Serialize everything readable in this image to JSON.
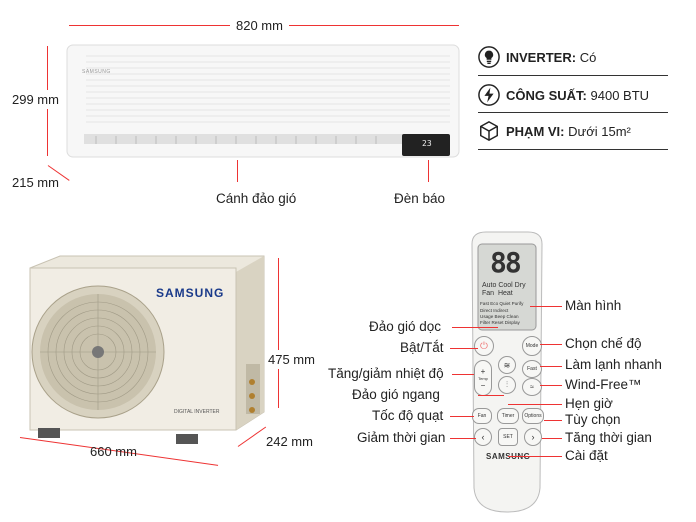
{
  "indoor": {
    "width": "820 mm",
    "height": "299 mm",
    "depth": "215 mm",
    "brand": "SAMSUNG",
    "display": "23",
    "vane_label": "Cánh đảo gió",
    "led_label": "Đèn báo"
  },
  "specs": [
    {
      "icon": "bulb-icon",
      "key": "INVERTER:",
      "value": "Có"
    },
    {
      "icon": "power-icon",
      "key": "CÔNG SUẤT:",
      "value": "9400 BTU"
    },
    {
      "icon": "cube-icon",
      "key": "PHẠM VI:",
      "value": "Dưới 15m²"
    }
  ],
  "outdoor": {
    "brand": "SAMSUNG",
    "width": "660 mm",
    "height": "475 mm",
    "depth": "242 mm",
    "badge": "DIGITAL INVERTER"
  },
  "remote": {
    "screen_digits": "88",
    "brand": "SAMSUNG",
    "modes": [
      "Auto Cool Dry",
      "Fan  Heat"
    ],
    "rows": [
      "Fast Eco Quiet Purify",
      "Direct Indirect",
      "Usage Beep Clean",
      "Filter Reset Display"
    ],
    "btn_mode": "Mode",
    "btn_fast": "Fast",
    "btn_fan": "Fan",
    "btn_timer": "Timer",
    "btn_options": "Options",
    "btn_set": "SET",
    "btn_temp": "Temp"
  },
  "callouts_left": [
    "Đảo gió dọc",
    "Bật/Tắt",
    "Tăng/giảm nhiệt độ",
    "Đảo gió ngang",
    "Tốc độ quạt",
    "Giảm thời gian"
  ],
  "callouts_right": [
    "Màn hình",
    "Chọn chế độ",
    "Làm lạnh nhanh",
    "Wind-Free™",
    "Hẹn giờ",
    "Tùy chọn",
    "Tăng thời gian",
    "Cài đặt"
  ]
}
